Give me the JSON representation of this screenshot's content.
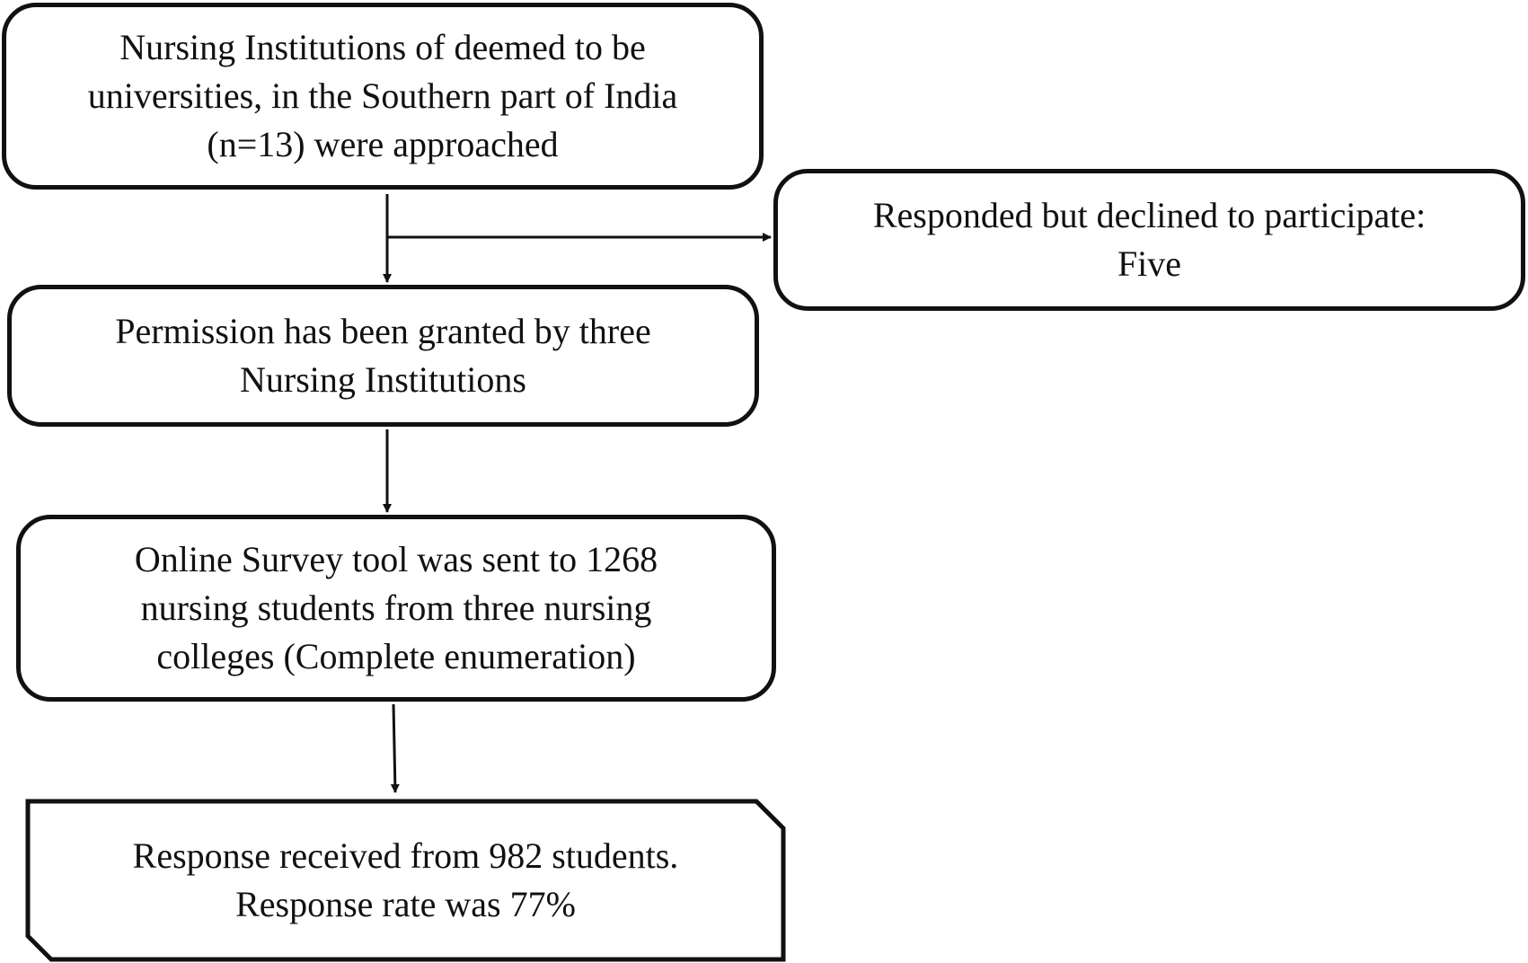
{
  "nodes": {
    "approached": {
      "lines": [
        "Nursing Institutions of deemed to be",
        "universities, in the Southern part of India",
        "(n=13) were approached"
      ]
    },
    "declined": {
      "lines": [
        "Responded but declined to participate:",
        "Five"
      ]
    },
    "permission": {
      "lines": [
        "Permission has been granted by three",
        "Nursing Institutions"
      ]
    },
    "survey": {
      "lines": [
        "Online Survey tool was sent to 1268",
        "nursing students from three nursing",
        "colleges (Complete enumeration)"
      ]
    },
    "response": {
      "lines": [
        "Response received from 982 students.",
        "Response rate was 77%"
      ]
    }
  },
  "colors": {
    "stroke": "#111111",
    "background": "#ffffff",
    "text": "#111111"
  }
}
